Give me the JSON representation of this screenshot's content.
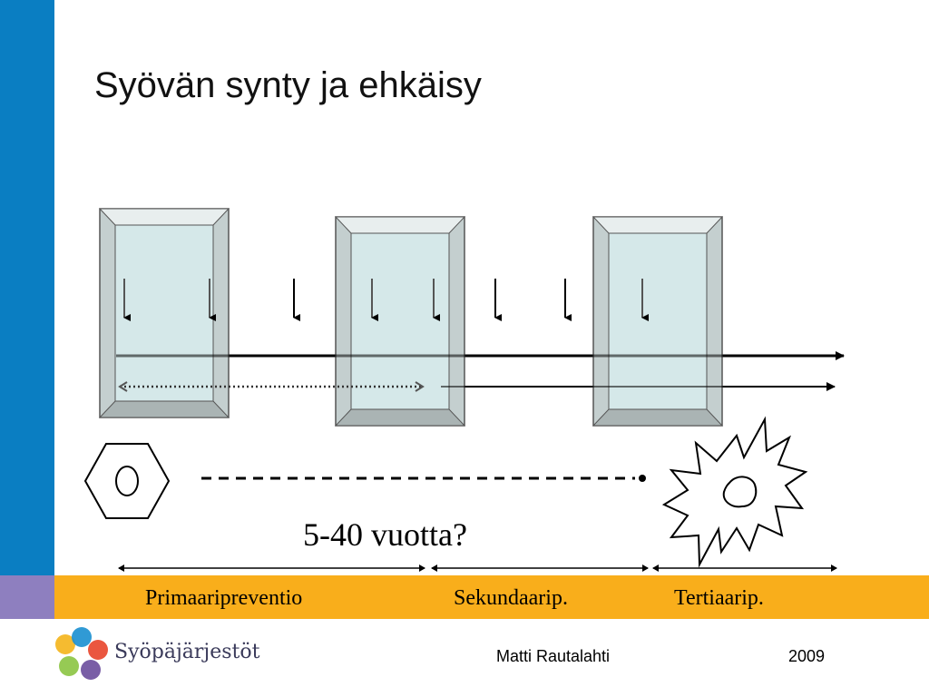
{
  "slide": {
    "title": "Syövän synty ja ehkäisy",
    "duration_label": "5-40 vuotta?"
  },
  "band": {
    "primary": "Primaaripreventio",
    "secondary": "Sekundaarip.",
    "tertiary": "Tertiaarip."
  },
  "footer": {
    "author": "Matti Rautalahti",
    "year": "2009",
    "logo_text": "Syöpäjärjestöt"
  },
  "colors": {
    "blue_bar": "#0a7ec2",
    "purple_block": "#8e7fbf",
    "band": "#f9ae1b",
    "glass_face": "#daedef",
    "glass_frame": "#c4cfcf"
  },
  "icons": [
    "cell-hexagon-icon",
    "tumor-explosion-icon",
    "syopajarjestot-logo-icon"
  ]
}
